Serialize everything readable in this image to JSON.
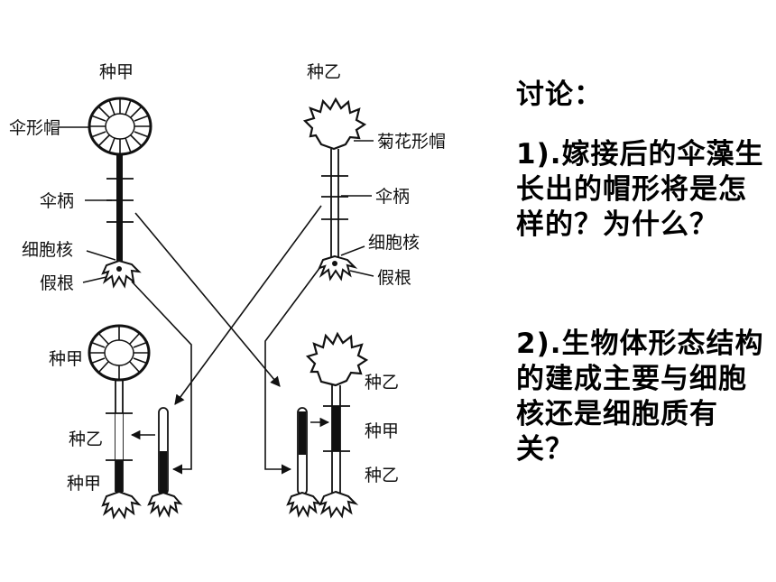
{
  "diagram": {
    "top_left": {
      "species": "种甲",
      "cap_label": "伞形帽",
      "stalk_label": "伞柄",
      "nucleus_label": "细胞核",
      "rhizoid_label": "假根"
    },
    "top_right": {
      "species": "种乙",
      "cap_label": "菊花形帽",
      "stalk_label": "伞柄",
      "nucleus_label": "细胞核",
      "rhizoid_label": "假根"
    },
    "bottom_left": {
      "top_label": "种甲",
      "middle_label": "种乙",
      "bottom_label": "种甲"
    },
    "bottom_right": {
      "top_label": "种乙",
      "middle_label": "种甲",
      "bottom_label": "种乙"
    }
  },
  "discussion": {
    "title": "讨论：",
    "q1": "1).嫁接后的伞藻生长出的帽形将是怎样的？为什么？",
    "q2": "2).生物体形态结构的建成主要与细胞核还是细胞质有关？"
  }
}
